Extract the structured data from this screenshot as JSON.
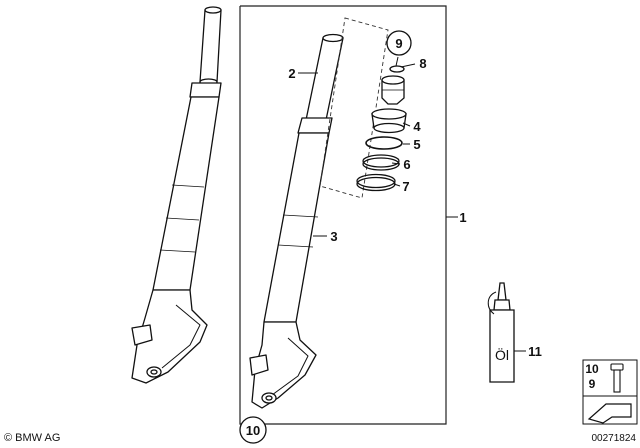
{
  "diagram": {
    "labels": {
      "p1": "1",
      "p2": "2",
      "p3": "3",
      "p4": "4",
      "p5": "5",
      "p6": "6",
      "p7": "7",
      "p8": "8",
      "p9": "9",
      "p10": "10",
      "p11": "11"
    },
    "oil_text": "Öl",
    "legend": {
      "num_a": "10",
      "num_b": "9"
    },
    "copyright": "© BMW AG",
    "part_number": "00271824"
  }
}
